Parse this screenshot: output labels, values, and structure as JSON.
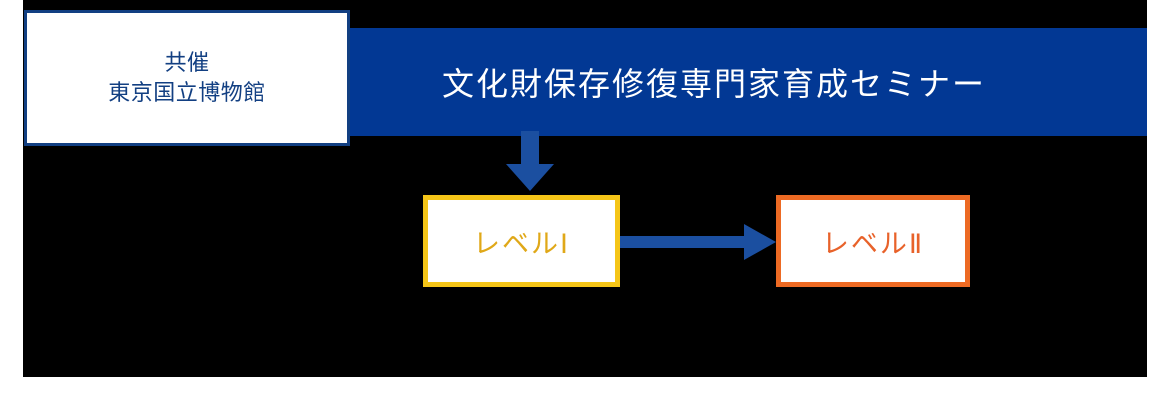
{
  "diagram": {
    "canvas_color": "#000000",
    "cohost": {
      "name": "cohost-box",
      "text": "共催\n東京国立博物館",
      "text_color": "#123F82",
      "border_color": "#123F82",
      "background": "#ffffff"
    },
    "banner": {
      "name": "seminar-banner",
      "title": "文化財保存修復専門家育成セミナー",
      "background": "#023894",
      "text_color": "#ffffff"
    },
    "levels": [
      {
        "name": "level-1",
        "label": "レベルⅠ",
        "border_color": "#F5C518",
        "text_color": "#E0A818",
        "background": "#ffffff"
      },
      {
        "name": "level-2",
        "label": "レベルⅡ",
        "border_color": "#ED6A23",
        "text_color": "#E8622A",
        "background": "#ffffff"
      }
    ],
    "arrows": [
      {
        "name": "arrow-banner-to-level1",
        "direction": "down",
        "color": "#1B4FA0"
      },
      {
        "name": "arrow-level1-to-level2",
        "direction": "right",
        "color": "#1B4FA0"
      }
    ]
  }
}
